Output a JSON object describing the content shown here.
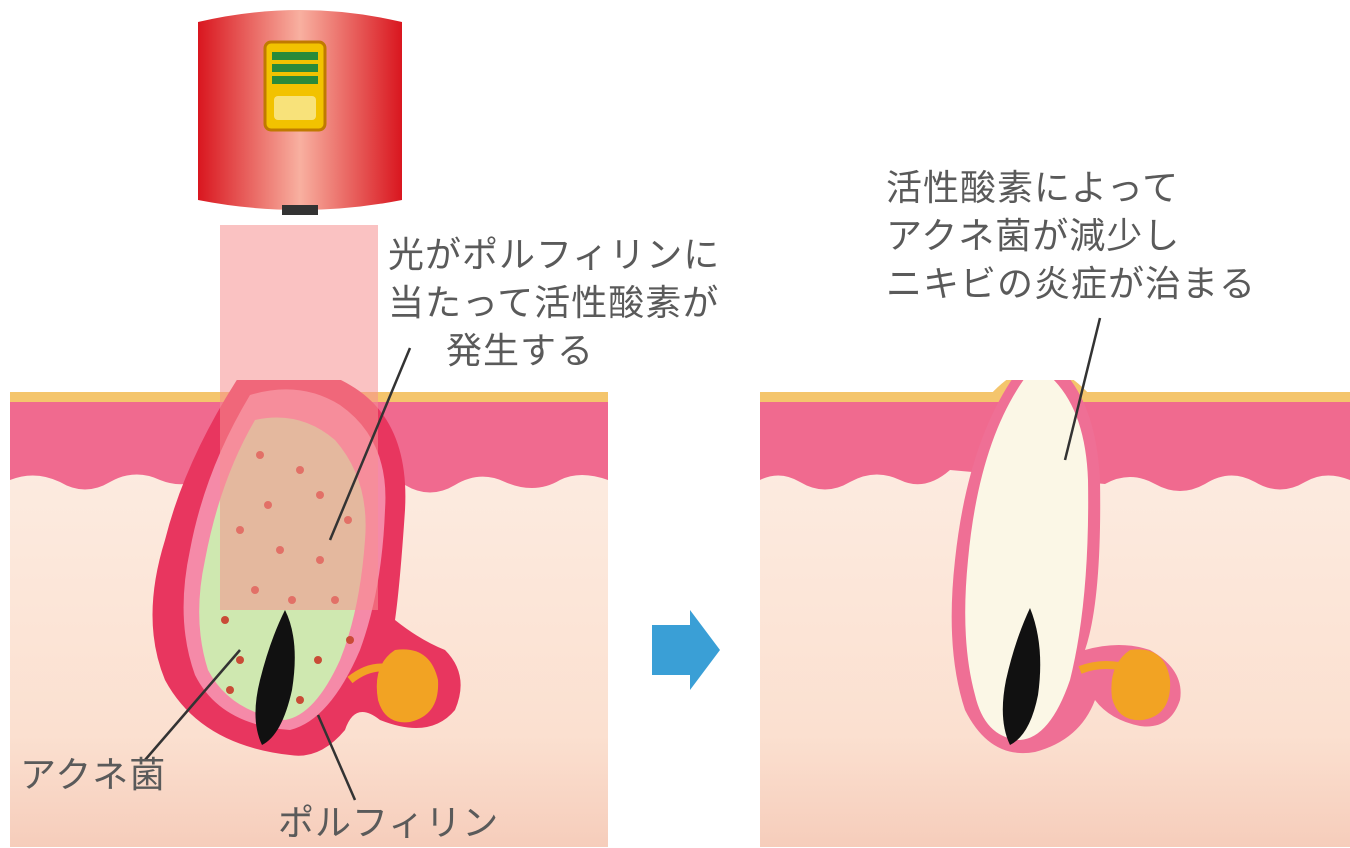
{
  "diagram": {
    "before_panel": {
      "caption_line1": "光がポルフィリンに",
      "caption_line2": "当たって活性酸素が",
      "caption_line3": "発生する",
      "label_acne_bacteria": "アクネ菌",
      "label_porphyrin": "ポルフィリン"
    },
    "after_panel": {
      "caption_line1": "活性酸素によって",
      "caption_line2": "アクネ菌が減少し",
      "caption_line3": "ニキビの炎症が治まる"
    },
    "transition_icon": "right-arrow-icon",
    "device_icon": "light-therapy-device-icon",
    "colors": {
      "skin_top": "#f06a8f",
      "skin_surface": "#f4c56c",
      "skin_lower": "#fbe3d4",
      "inflammation": "#e8365f",
      "light_beam": "#f7a3a3",
      "bacteria_area": "#cfe8b0",
      "bacteria_dot": "#c94b36",
      "sebaceous_gland": "#f2a323",
      "arrow": "#3a9fd6",
      "device_red": "#e4202a"
    }
  }
}
